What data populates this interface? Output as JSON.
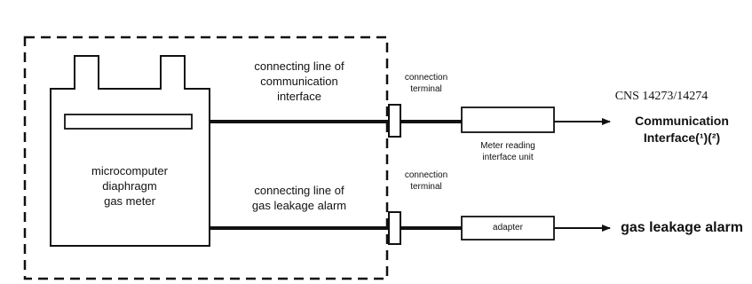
{
  "diagram": {
    "meter": {
      "label_lines": [
        "microcomputer",
        "diaphragm",
        "gas meter"
      ]
    },
    "line_communication": {
      "label_lines": [
        "connecting line of",
        "communication",
        "interface"
      ]
    },
    "line_alarm": {
      "label_lines": [
        "connecting line of",
        "gas leakage alarm"
      ]
    },
    "terminal_top": {
      "label_lines": [
        "connection",
        "terminal"
      ]
    },
    "terminal_bottom": {
      "label_lines": [
        "connection",
        "terminal"
      ]
    },
    "meter_reading_unit": {
      "label_lines": [
        "Meter reading",
        "interface unit"
      ]
    },
    "adapter": {
      "label": "adapter"
    },
    "standard": "CNS 14273/14274",
    "communication_output": {
      "label_lines": [
        "Communication",
        "Interface(¹)(²)"
      ]
    },
    "alarm_output": {
      "label": "gas leakage alarm"
    }
  }
}
